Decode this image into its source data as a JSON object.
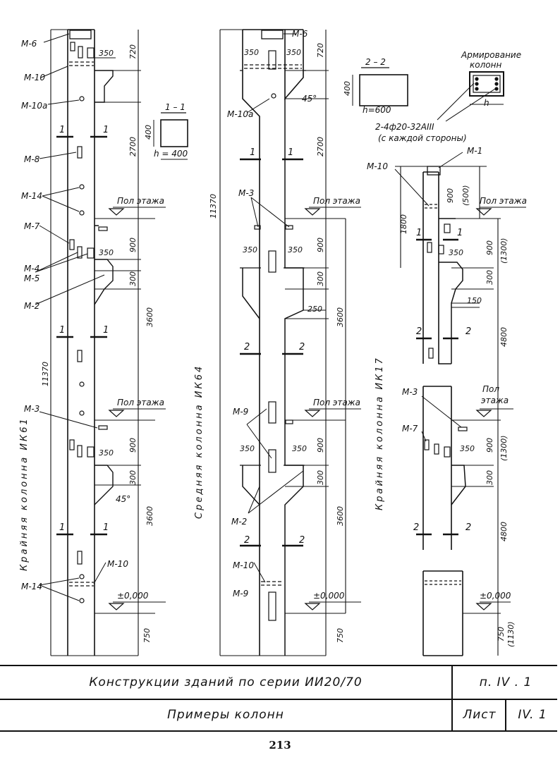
{
  "marks": {
    "m6": "М-6",
    "m10": "М-10",
    "m10a": "М-10а",
    "m8": "М-8",
    "m14": "М-14",
    "m7": "М-7",
    "m4": "М-4",
    "m5": "М-5",
    "m2": "М-2",
    "m3": "М-3",
    "m9": "М-9",
    "m1": "М-1"
  },
  "sections": {
    "s11": "1 – 1",
    "s22": "2 – 2",
    "n1": "1",
    "n2": "2",
    "h400": "h = 400",
    "h600": "h=600",
    "h": "h",
    "d400": "400"
  },
  "reinforcement": {
    "title1": "Армирование",
    "title2": "колонн",
    "bars": "2-4ф20-32АIII",
    "sides": "(с каждой стороны)"
  },
  "floor_label": "Пол этажа",
  "floor_label_a": "Пол",
  "floor_label_b": "этажа",
  "zero": "±0,000",
  "angle": "45°",
  "dims": {
    "d720": "720",
    "d350": "350",
    "d2700": "2700",
    "d900": "900",
    "d300": "300",
    "d3600": "3600",
    "d750": "750",
    "d11370": "11370",
    "d250": "250",
    "d500": "(500)",
    "d1800": "1800",
    "d1300": "(1300)",
    "d150": "150",
    "d4800": "4800",
    "d1130": "(1130)"
  },
  "columns": {
    "c1": "Крайняя колонна ИК61",
    "c2": "Средняя колонна ИК64",
    "c3": "Крайняя колонна ИК17"
  },
  "title_block": {
    "title": "Конструкции зданий по серии ИИ20/70",
    "code": "п. IV . 1",
    "subtitle": "Примеры колонн",
    "sheet_label": "Лист",
    "sheet_value": "IV. 1"
  },
  "page_number": "213"
}
